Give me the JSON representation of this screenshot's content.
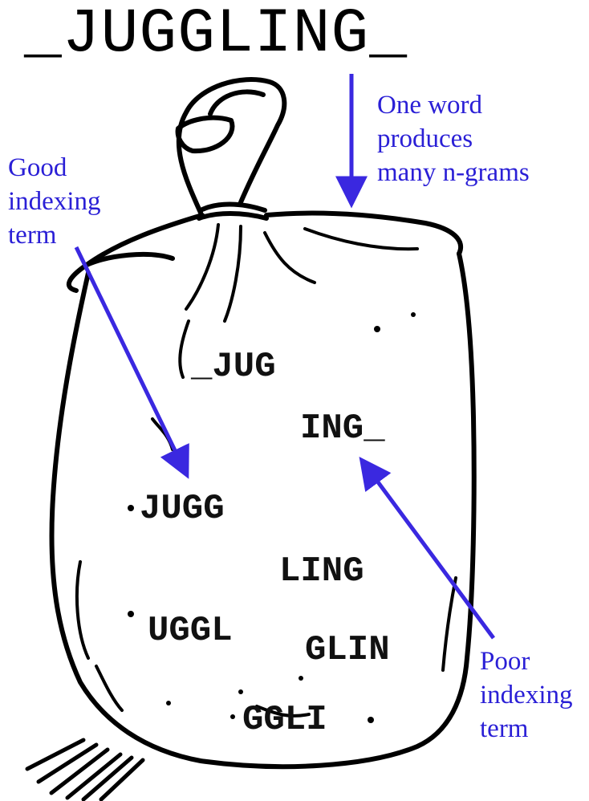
{
  "title": "_JUGGLING_",
  "ngrams": [
    "_JUG",
    "ING_",
    "JUGG",
    "LING",
    "UGGL",
    "GLIN",
    "GGLI"
  ],
  "annotations": {
    "one_word": [
      "One word",
      "produces",
      "many n-grams"
    ],
    "good_term": [
      "Good",
      "indexing",
      "term"
    ],
    "poor_term": [
      "Poor",
      "indexing",
      "term"
    ]
  },
  "colors": {
    "annotation": "#2a1fd6",
    "arrow": "#3a28e0",
    "ink": "#000000"
  }
}
